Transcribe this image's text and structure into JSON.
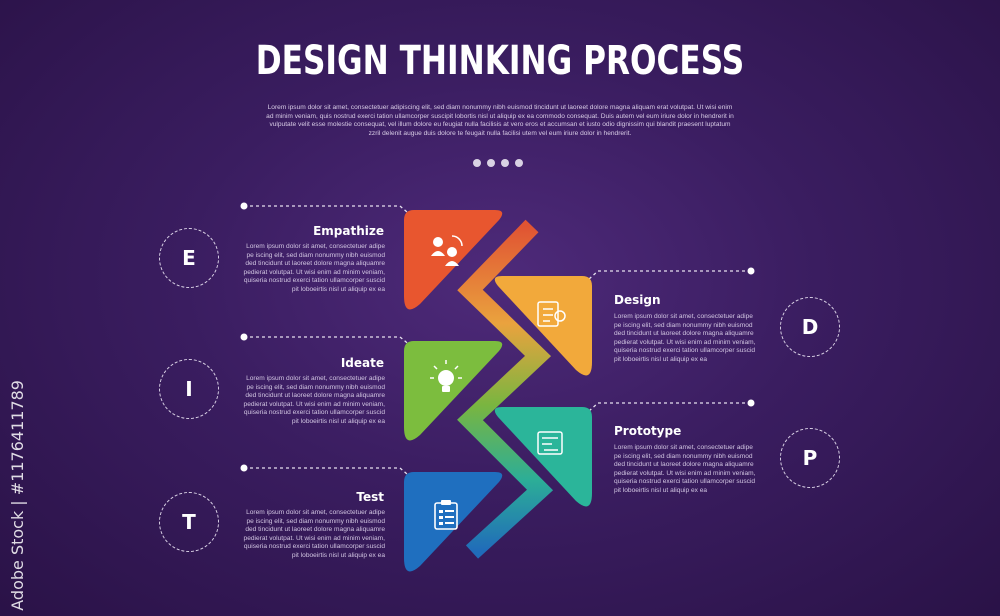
{
  "header": {
    "title": "DESIGN THINKING PROCESS",
    "subtitle": "Lorem ipsum dolor sit amet, consectetuer adipiscing elit, sed diam nonummy nibh euismod tincidunt ut laoreet dolore magna aliquam erat volutpat. Ut wisi enim ad minim veniam, quis nostrud exerci tation ullamcorper suscipit lobortis nisl ut aliquip ex ea commodo consequat. Duis autem vel eum iriure dolor in hendrerit in vulputate velit esse molestie consequat, vel illum dolore eu feugiat nulla facilisis at vero eros et accumsan et iusto odio dignissim qui blandit praesent luptatum zzril delenit augue duis dolore te feugait nulla facilisi utem vel eum iriure dolor in hendrerit."
  },
  "steps": [
    {
      "letter": "E",
      "title": "Empathize",
      "desc": "Lorem ipsum dolor sit amet, consectetuer adipe pe iscing elit, sed diam nonummy nibh euismod ded tincidunt ut laoreet dolore magna aliquamre pedierat volutpat. Ut wisi enim ad minim veniam, quiseria nostrud exerci tation ullamcorper suscid pit loboeirtis nisl ut aliquip ex ea",
      "color": "#e8562f",
      "icon": "empathy-icon"
    },
    {
      "letter": "D",
      "title": "Design",
      "desc": "Lorem ipsum dolor sit amet, consectetuer adipe pe iscing elit, sed diam nonummy nibh euismod ded tincidunt ut laoreet dolore magna aliquamre pedierat volutpat. Ut wisi enim ad minim veniam, quiseria nostrud exerci tation ullamcorper suscid pit loboeirtis nisl ut aliquip ex ea",
      "color": "#f2a93b",
      "icon": "checklist-icon"
    },
    {
      "letter": "I",
      "title": "Ideate",
      "desc": "Lorem ipsum dolor sit amet, consectetuer adipe pe iscing elit, sed diam nonummy nibh euismod ded tincidunt ut laoreet dolore magna aliquamre pedierat volutpat. Ut wisi enim ad minim veniam, quiseria nostrud exerci tation ullamcorper suscid pit loboeirtis nisl ut aliquip ex ea",
      "color": "#7cbd3e",
      "icon": "lightbulb-icon"
    },
    {
      "letter": "P",
      "title": "Prototype",
      "desc": "Lorem ipsum dolor sit amet, consectetuer adipe pe iscing elit, sed diam nonummy nibh euismod ded tincidunt ut laoreet dolore magna aliquamre pedierat volutpat. Ut wisi enim ad minim veniam, quiseria nostrud exerci tation ullamcorper suscid pit loboeirtis nisl ut aliquip ex ea",
      "color": "#2bb59a",
      "icon": "blueprint-icon"
    },
    {
      "letter": "T",
      "title": "Test",
      "desc": "Lorem ipsum dolor sit amet, consectetuer adipe pe iscing elit, sed diam nonummy nibh euismod ded tincidunt ut laoreet dolore magna aliquamre pedierat volutpat. Ut wisi enim ad minim veniam, quiseria nostrud exerci tation ullamcorper suscid pit loboeirtis nisl ut aliquip ex ea",
      "color": "#1f6fbf",
      "icon": "clipboard-icon"
    }
  ],
  "watermark": "Adobe Stock | #1176411789"
}
